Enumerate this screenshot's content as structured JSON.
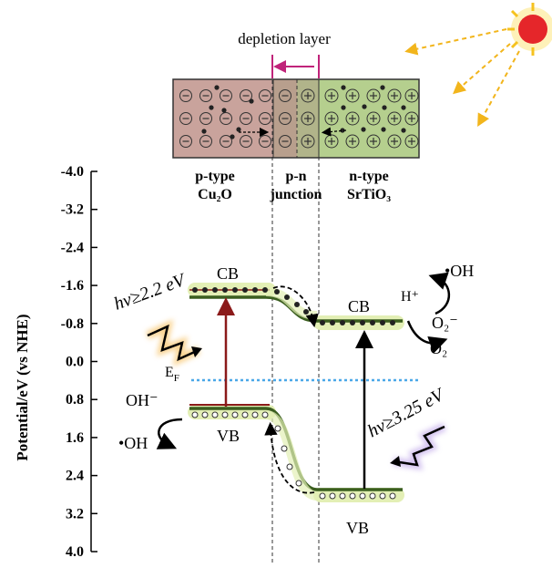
{
  "top": {
    "depletion_label": "depletion layer",
    "p_type_label": [
      "p-type",
      "Cu₂O"
    ],
    "pn_label": [
      "p-n",
      "junction"
    ],
    "n_type_label": [
      "n-type",
      "SrTiO₃"
    ]
  },
  "axis": {
    "ylabel": "Potential/eV (vs NHE)",
    "ticks": [
      "-4.0",
      "-3.2",
      "-2.4",
      "-1.6",
      "-0.8",
      "0.0",
      "0.8",
      "1.6",
      "2.4",
      "3.2",
      "4.0"
    ],
    "tick_values": [
      -4.0,
      -3.2,
      -2.4,
      -1.6,
      -0.8,
      0.0,
      0.8,
      1.6,
      2.4,
      3.2,
      4.0
    ],
    "range": [
      -4.0,
      4.0
    ]
  },
  "bands": {
    "cu2o_cb": {
      "label": "CB",
      "potential": -1.6
    },
    "cu2o_vb": {
      "label": "VB",
      "potential": 1.2
    },
    "srtio3_cb": {
      "label": "CB",
      "potential": -0.8
    },
    "srtio3_vb": {
      "label": "VB",
      "potential": 2.8
    },
    "fermi_label": "E",
    "fermi_sub": "F",
    "fermi_potential": 0.4
  },
  "light": {
    "cu2o": "hν≥2.2 eV",
    "srtio3": "hν≥3.25 eV"
  },
  "reactions": {
    "oh_minus": "OH⁻",
    "oh_radical_left": "•OH",
    "h_plus": "H⁺",
    "oh_radical_right": "•OH",
    "o2_minus": "O₂⁻",
    "o2": "O₂"
  },
  "colors": {
    "cu2o_region": "#c9a39c",
    "srtio3_region": "#b5cf8e",
    "band_glow": "#e3efb5",
    "dark_red": "#8b1a1a",
    "dark_green": "#3b5e1f",
    "fermi": "#4aa8e8",
    "depletion_magenta": "#c0237a",
    "sun_ray": "#f2b51c"
  }
}
